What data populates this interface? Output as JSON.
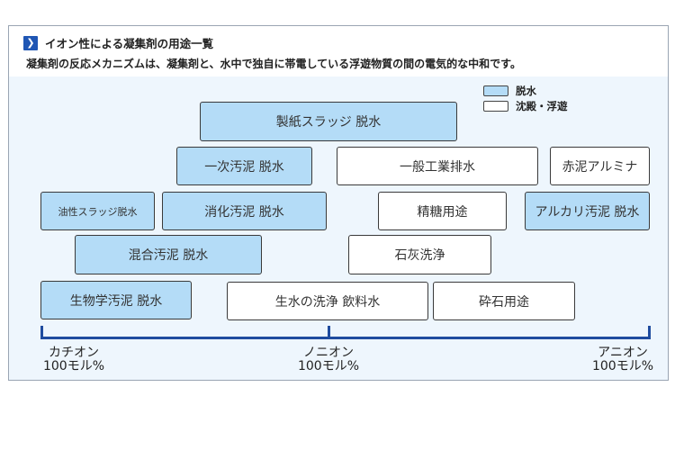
{
  "title": "イオン性による凝集剤の用途一覧",
  "chevron_icon": "chevron-right-icon",
  "subtitle": "凝集剤の反応メカニズムは、凝集剤と、水中で独自に帯電している浮遊物質の間の電気的な中和です。",
  "legend": {
    "dehydration": "脱水",
    "sedimentation": "沈殿・浮遊"
  },
  "colors": {
    "dehydration": "#b4dcf7",
    "sedimentation": "#ffffff",
    "axis": "#1f4c9f",
    "chevron": "#1f56b4"
  },
  "boxes": {
    "paper_sludge": "製紙スラッジ 脱水",
    "primary_sludge": "一次汚泥 脱水",
    "general_industry": "一般工業排水",
    "red_mud_alumina": "赤泥アルミナ",
    "oily_sludge": "油性スラッジ脱水",
    "digested_sludge": "消化汚泥 脱水",
    "sugar_refining": "精糖用途",
    "alkali_sludge": "アルカリ汚泥 脱水",
    "mixed_sludge": "混合汚泥 脱水",
    "lime_washing": "石灰洗浄",
    "biological_sludge": "生物学汚泥 脱水",
    "raw_water_washing": "生水の洗浄 飲料水",
    "crushed_stone": "砕石用途"
  },
  "axis": {
    "cation": [
      "カチオン",
      "100モル%"
    ],
    "nonion": [
      "ノニオン",
      "100モル%"
    ],
    "anion": [
      "アニオン",
      "100モル%"
    ]
  }
}
